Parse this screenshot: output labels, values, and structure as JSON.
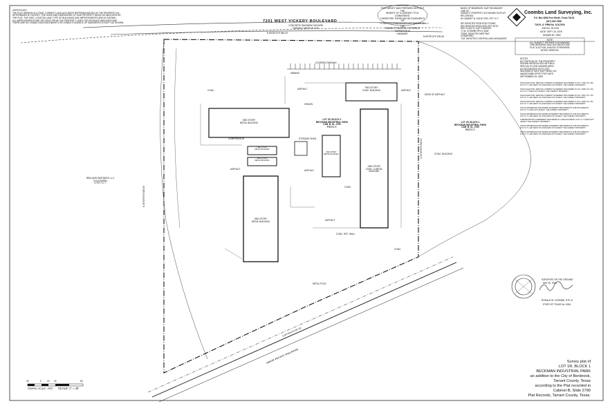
{
  "street_name": "7201 WEST VICKERY BOULEVARD",
  "street_sub": "CONCRETE PAVEMENT W/CURB\nVARIABLE WIDTH R.O.W.",
  "railroad_label": "UNION PACIFIC RAILROAD",
  "notes_left": "CERTIFICATE\nTHE PLAT HEREON IS A TRUE, CORRECT, AND ACCURATE REPRESENTATION OF THE PROPERTY AS\nDETERMINED BY SURVEY, THE LINES AND DIMENSIONS OF SAID PROPERTY BEING AS INDICATED BY\nTHE PLAT. THE SIZE, LOCATION, AND TYPE OF BUILDINGS AND IMPROVEMENTS ARE AS SHOWN,\nALL IMPROVEMENTS ARE SET BACK FROM THE PROPERTY LINES THE DISTANCE INDICATED AND\nTHERE ARE NO VISIBLE ENCROACHMENTS OR VISIBLE EVIDENCE OF EASEMENTS EXCEPT AS SHOWN.",
  "notes_top_bubble": "THIS SURVEY WAS PREPARED WITHOUT THE\nBENEFIT OF A CURRENT TITLE COMMITMENT.\nTHEREFORE THERE MAY BE EASEMENTS OR\nOTHER ENCUMBRANCES NOT SHOWN ON THE\nSUBJECT PROPERTY OF WHICH SURVEYOR IS\nUNAWARE.",
  "notes_bearing": "BASIS OF BEARINGS: EAST BOUNDARY LINE OF\nSUBJECT PROPERTY AS SHOWN ON PLAT RECORDED\nIN CABINET B, SLIDE 2790, P.R.T.C.T.\n\nIRF DENOTES IRON ROD FOUND\nIRS DENOTES IRON ROD SET WITH\nRED PLASTIC CAP STAMPED\n\"C.W. COOMBS RPLS 5264\"\n\"FIRM\" DENOTES MEETING\nCRAWFORD\n\"CM\" DENOTES CONTROLLING MONUMENT",
  "company": {
    "name": "Coombs Land Surveying, Inc.",
    "address": "P.O. Box 8396 Fort Worth, Texas 76124",
    "phone": "(817) 692-7658",
    "firm": "T.B.P.L.S. FIRM No. 10117000",
    "job": "JOB NO. 09-0202",
    "date": "DATE: SEPT 25, 2009",
    "drawn": "DRAWN BY: RWC"
  },
  "right_note_box": "NOTE\nALL SUBJECT PROPERTY BOUNDARY\nLINE BEARINGS AND DISTANCES ARE\nPLAT & ACTUAL UNLESS OTHERWISE\nNOTED HEREON.",
  "flood_note": "NOTES\nNO PORTION OF THE PROPERTY\nSHOWN HEREON LIES WITHIN A\nSPECIAL FLOOD HAZARD AREA\nAS DELINEATED ON FLOOD\nINSURANCE RATE MAP PANEL NO.\n48439C0285K EFFECTIVE DATE\nSEPTEMBER 25, 2009",
  "easement_notes": "TEXAS ELECTRIC SERVICE COMPANY EASEMENT RECORDED IN VOL. 3799, PG. 460, D.R.T.C.T. LIES WEST OF AND DOES NOT AFFECT THE SUBJECT PROPERTY.\n\nTEXAS ELECTRIC SERVICE COMPANY EASEMENT RECORDED IN VOL. 5338, PG. 614, D.R.T.C.T. DOES NOT AFFECT THE SUBJECT PROPERTY.\n\nTEXAS ELECTRIC SERVICE COMPANY EASEMENT RECORDED IN VOL. 5532, PG. 700 D.R.T.C.T. LIES WEST OF AND DOES NOT AFFECT THE SUBJECT PROPERTY.\n\nTEXAS ELECTRIC SERVICE COMPANY EASEMENT RECORDED IN VOL. 6048, PG. 264 D.R.T.C.T. LIES WEST OF AND DOES NOT AFFECT THE SUBJECT PROPERTY.\n\nTEXAS WATERMAIN AND SEWER EASEMENT RECORDED IN CLIB DOCUMENTS, D.R.T.C.T. DOES NOT AFFECT THE SUBJECT PROPERTY.\n\nTEXAS WATERMAIN AND SEWER EASEMENT RECORDED IN CLIB DOCUMENTS, D.R.T.C.T. LIES WEST OF AND DOES NOT AFFECT THE SUBJECT PROPERTY.\n\nSUBORDINATION AGREEMENT RECORDED IN CLIB DOCUMENT, D.R.T.C.T. DOES NOT AFFECT THE SUBJECT PROPERTY.\n\nTEXAS WATERMAIN AND SEWER EASEMENT RECORDED IN CLIB DOCUMENTS, D.R.T.C.T. LIES WEST OF AND DOES NOT AFFECT THE SUBJECT PROPERTY.\n\nTEXAS WATERMAIN AND SEWER EASEMENT RECORDED IN CLIB DOCUMENTS, D.R.T.C.T. LIES WEST OF AND DOES NOT AFFECT THE SUBJECT PROPERTY.",
  "west_owner": "REKLAHN PARTNERS, LLC\nCC# D208304\nO.P.R.T.C.T.",
  "lot_center": "LOT 1R, BLOCK 1\nBECKMAN INDUSTRIAL PARK\nCAB. B, SL. 2790\nP.R.T.C.T.",
  "lot_east": "LOT 1R, BLOCK 1\nBECKMAN INDUSTRIAL PARK\nCAB. B, SL. 2790\nP.R.T.C.T.",
  "buildings": {
    "b1": "ONE-STORY\nMETAL BUILDING",
    "b2": "ONE-STORY\nMETAL BUILDING",
    "b3": "ONE-STORY\nMETAL BUILDING",
    "b4": "ONE-STORY\nMETAL BUILDING",
    "b5": "ONE-STORY\nMETAL BUILDING",
    "b6": "ONE-STORY\nCONC. & METAL\nBUILDING",
    "b7": "TWO-STORY\nCONC. BUILDING",
    "conc_bldg": "CONC. BUILDING"
  },
  "bearings": {
    "north": "N 89°50'10\"E 205.46'",
    "north_line": "N 89°50'10\"E 960.00'",
    "west": "N 00°09'50\"W 818.50'",
    "east": "S 00°09'50\"E 826.19'",
    "south": "S 89°09'40\"E 587.82'"
  },
  "misc_labels": [
    "ASPHALT",
    "ASPHALT",
    "ASPHALT",
    "ASPHALT",
    "ASPHALT",
    "CONC.",
    "CONC.",
    "CONC.",
    "GRAVEL",
    "AWNING",
    "COVERED PARKING",
    "CONC. RET. WALL",
    "COMPRESSOR",
    "STORAGE SHED",
    "METAL POLE",
    "EDGE OF ASPHALT"
  ],
  "seal": {
    "line1": "SURVEYED ON THE GROUND",
    "line2": "MAY 20, 2009",
    "name": "RONALD W. COOMBS, R.P.L.S.",
    "state": "STATE OF TEXAS No. 5264"
  },
  "title_block": {
    "l1": "Survey plat of",
    "l2": "LOT 1R, BLOCK 1",
    "l3": "BECKMAN INDUSTRIAL PARK",
    "l4": "an addition to the City of Benbrook,",
    "l5": "Tarrant County, Texas",
    "l6": "according to the Plat recorded in",
    "l7": "Cabinet B, Slide 2790",
    "l8": "Plat Records, Tarrant County, Texas."
  },
  "scale": {
    "label": "GRAPHIC SCALE - FEET",
    "text": "SCALE: 1\" = 40'",
    "ticks": [
      "40",
      "0",
      "20",
      "40",
      "80"
    ]
  }
}
